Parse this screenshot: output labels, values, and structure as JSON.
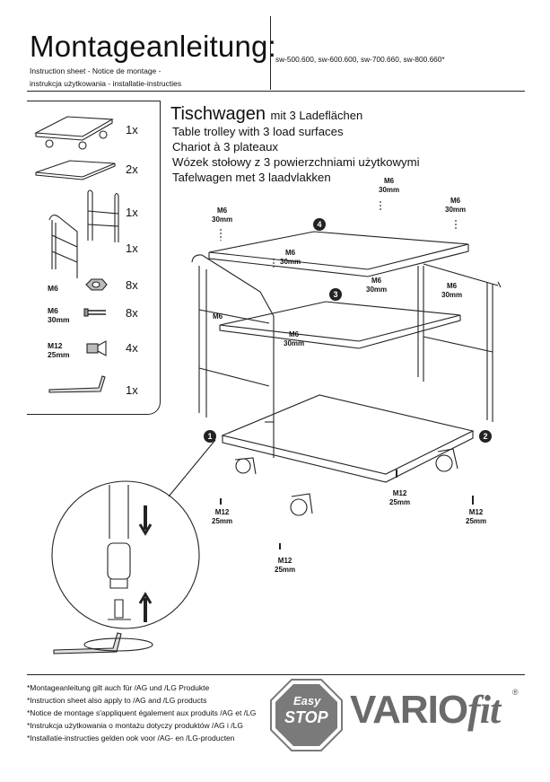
{
  "header": {
    "title": "Montageanleitung:",
    "subtitle_line1": "Instruction sheet - Notice de montage  -",
    "subtitle_line2": "instrukcja użytkowania - installatie-instructies",
    "models": "sw-500.600, sw-600.600, sw-700.660, sw-800.660*"
  },
  "parts": [
    {
      "label": "",
      "qty": "1x"
    },
    {
      "label": "",
      "qty": "2x"
    },
    {
      "label": "",
      "qty": "1x"
    },
    {
      "label": "",
      "qty": "1x"
    },
    {
      "label": "M6",
      "qty": "8x"
    },
    {
      "label": "M6\n30mm",
      "qty": "8x"
    },
    {
      "label": "M12\n25mm",
      "qty": "4x"
    },
    {
      "label": "",
      "qty": "1x"
    }
  ],
  "product": {
    "name": "Tischwagen",
    "name_suffix": "mit 3 Ladeflächen",
    "lines": [
      "Table trolley with 3 load surfaces",
      "Chariot à 3 plateaux",
      "Wózek stołowy z 3 powierzchniami użytkowymi",
      "Tafelwagen met 3 laadvlakken"
    ]
  },
  "callouts": {
    "m6_30": "M6\n30mm",
    "m6": "M6",
    "m12_25": "M12\n25mm"
  },
  "step_numbers": [
    "1",
    "2",
    "3",
    "4"
  ],
  "footer": [
    "*Montageanleitung gilt auch für /AG und /LG Produkte",
    "*Instruction sheet also apply to /AG and /LG products",
    "*Notice de montage s'appliquent également aux produits /AG et /LG",
    "*Instrukcja użytkowania o montażu dotyczy produktów /AG i /LG",
    "*Installatie-instructies gelden ook voor /AG- en /LG-producten"
  ],
  "brand": {
    "easy": "Easy",
    "stop": "STOP",
    "vario": "VARIO",
    "fit": "fit",
    "reg": "®"
  },
  "colors": {
    "line": "#222222",
    "logo_grey": "#6a6a6a",
    "badge_bg": "#7a7a7a"
  }
}
